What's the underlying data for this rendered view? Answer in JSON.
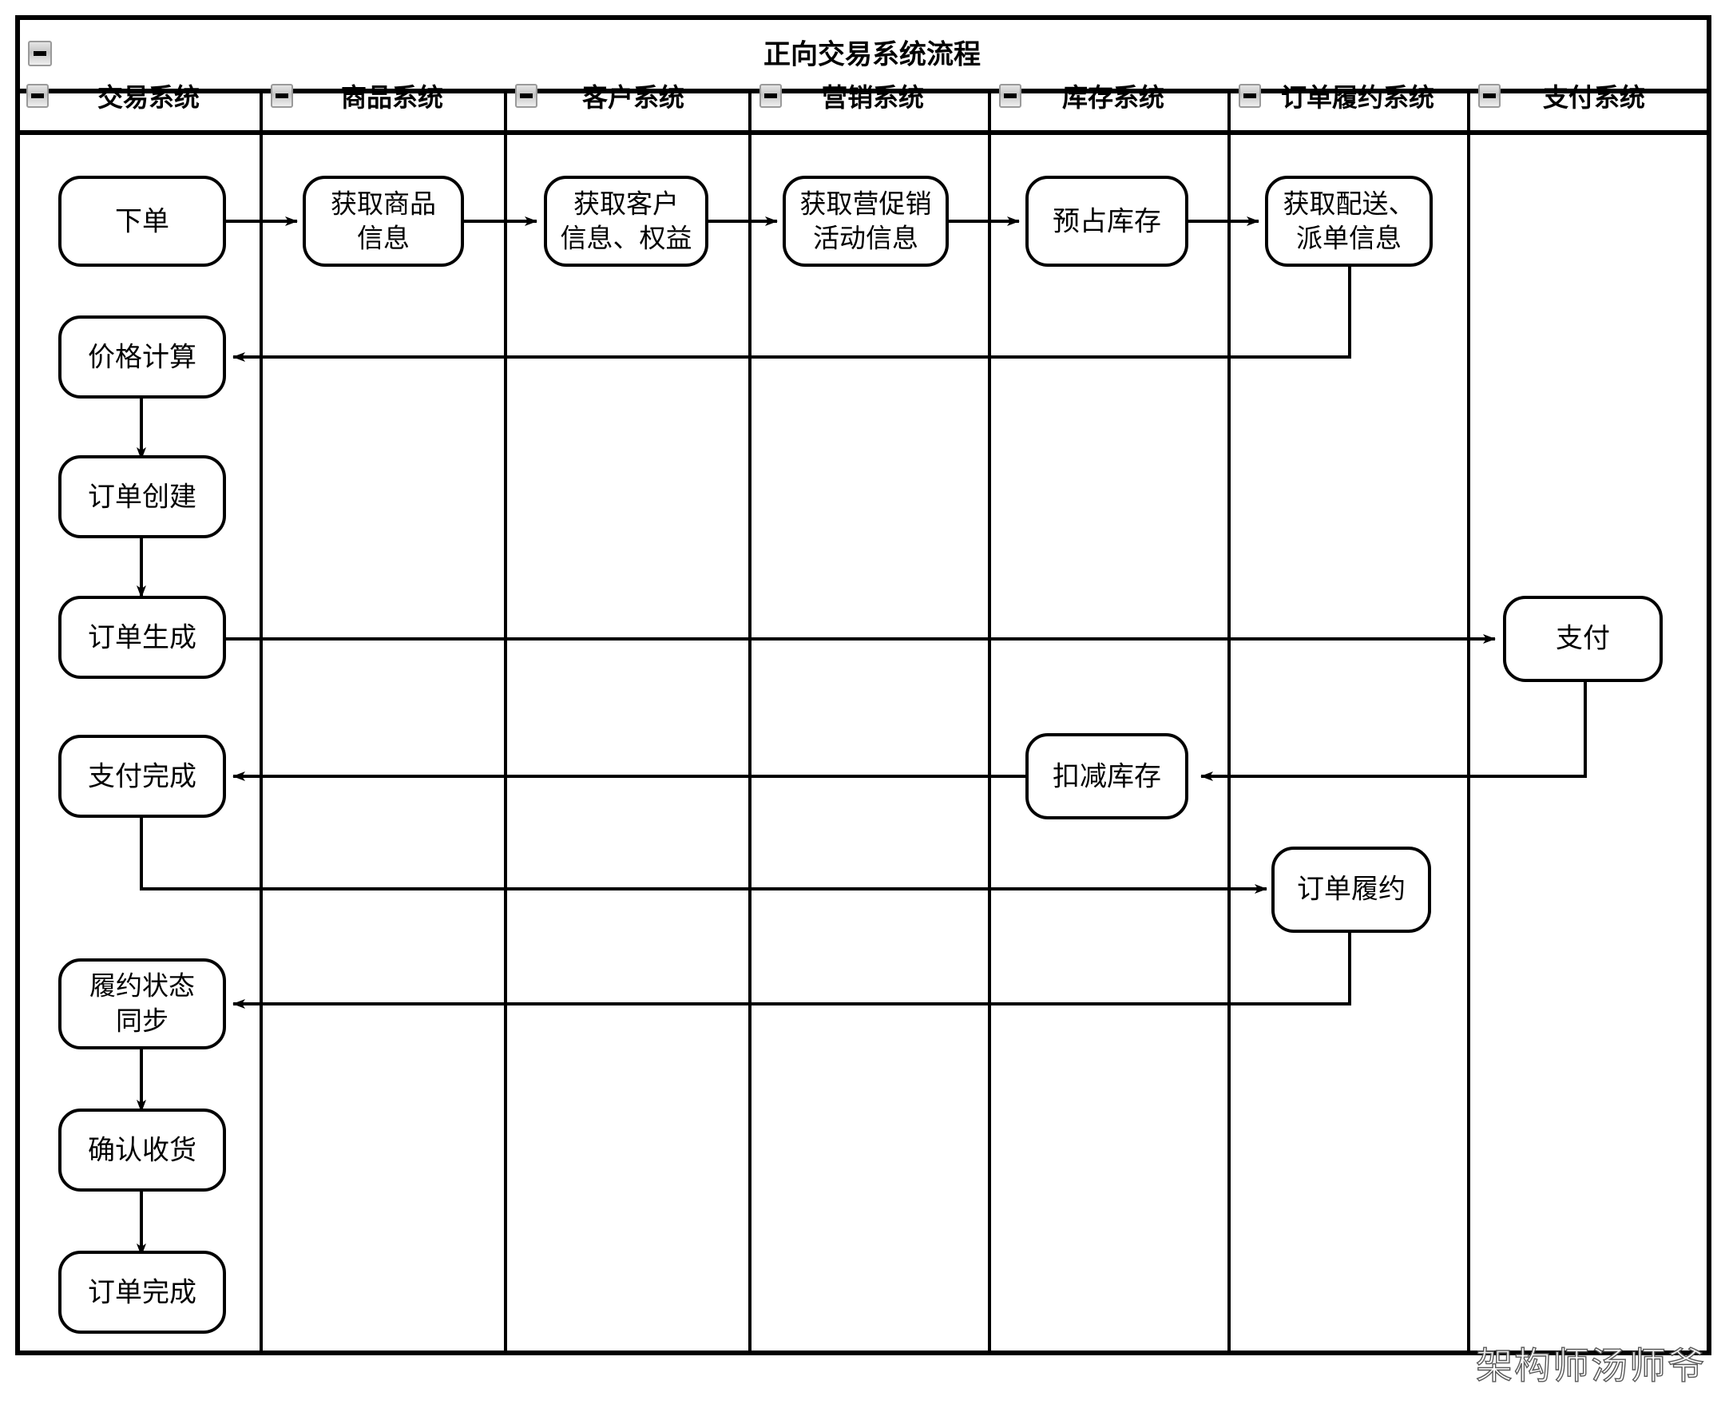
{
  "pool": {
    "title": "正向交易系统流程",
    "collapse_icon": "minus-collapse-icon"
  },
  "lanes": [
    {
      "id": "trade",
      "label": "交易系统",
      "collapse_icon": "minus-collapse-icon"
    },
    {
      "id": "product",
      "label": "商品系统",
      "collapse_icon": "minus-collapse-icon"
    },
    {
      "id": "customer",
      "label": "客户系统",
      "collapse_icon": "minus-collapse-icon"
    },
    {
      "id": "marketing",
      "label": "营销系统",
      "collapse_icon": "minus-collapse-icon"
    },
    {
      "id": "inventory",
      "label": "库存系统",
      "collapse_icon": "minus-collapse-icon"
    },
    {
      "id": "fulfillment",
      "label": "订单履约系统",
      "collapse_icon": "minus-collapse-icon"
    },
    {
      "id": "payment",
      "label": "支付系统",
      "collapse_icon": "minus-collapse-icon"
    }
  ],
  "nodes": [
    {
      "id": "n-place-order",
      "lane": "trade",
      "label": "下单",
      "line1": "下单",
      "line2": ""
    },
    {
      "id": "n-get-product",
      "lane": "product",
      "label": "获取商品信息",
      "line1": "获取商品",
      "line2": "信息"
    },
    {
      "id": "n-get-customer",
      "lane": "customer",
      "label": "获取客户信息、权益",
      "line1": "获取客户",
      "line2": "信息、权益"
    },
    {
      "id": "n-get-promotion",
      "lane": "marketing",
      "label": "获取营促销活动信息",
      "line1": "获取营促销",
      "line2": "活动信息"
    },
    {
      "id": "n-reserve-stock",
      "lane": "inventory",
      "label": "预占库存",
      "line1": "预占库存",
      "line2": ""
    },
    {
      "id": "n-get-delivery",
      "lane": "fulfillment",
      "label": "获取配送、派单信息",
      "line1": "获取配送、",
      "line2": "派单信息"
    },
    {
      "id": "n-price-calc",
      "lane": "trade",
      "label": "价格计算",
      "line1": "价格计算",
      "line2": ""
    },
    {
      "id": "n-order-create",
      "lane": "trade",
      "label": "订单创建",
      "line1": "订单创建",
      "line2": ""
    },
    {
      "id": "n-order-generated",
      "lane": "trade",
      "label": "订单生成",
      "line1": "订单生成",
      "line2": ""
    },
    {
      "id": "n-pay",
      "lane": "payment",
      "label": "支付",
      "line1": "支付",
      "line2": ""
    },
    {
      "id": "n-pay-done",
      "lane": "trade",
      "label": "支付完成",
      "line1": "支付完成",
      "line2": ""
    },
    {
      "id": "n-deduct-stock",
      "lane": "inventory",
      "label": "扣减库存",
      "line1": "扣减库存",
      "line2": ""
    },
    {
      "id": "n-order-fulfill",
      "lane": "fulfillment",
      "label": "订单履约",
      "line1": "订单履约",
      "line2": ""
    },
    {
      "id": "n-fulfill-sync",
      "lane": "trade",
      "label": "履约状态同步",
      "line1": "履约状态",
      "line2": "同步"
    },
    {
      "id": "n-confirm-receipt",
      "lane": "trade",
      "label": "确认收货",
      "line1": "确认收货",
      "line2": ""
    },
    {
      "id": "n-order-complete",
      "lane": "trade",
      "label": "订单完成",
      "line1": "订单完成",
      "line2": ""
    }
  ],
  "edges": [
    {
      "id": "e1",
      "from": "n-place-order",
      "to": "n-get-product"
    },
    {
      "id": "e2",
      "from": "n-get-product",
      "to": "n-get-customer"
    },
    {
      "id": "e3",
      "from": "n-get-customer",
      "to": "n-get-promotion"
    },
    {
      "id": "e4",
      "from": "n-get-promotion",
      "to": "n-reserve-stock"
    },
    {
      "id": "e5",
      "from": "n-reserve-stock",
      "to": "n-get-delivery"
    },
    {
      "id": "e6",
      "from": "n-get-delivery",
      "to": "n-price-calc"
    },
    {
      "id": "e7",
      "from": "n-price-calc",
      "to": "n-order-create"
    },
    {
      "id": "e8",
      "from": "n-order-create",
      "to": "n-order-generated"
    },
    {
      "id": "e9",
      "from": "n-order-generated",
      "to": "n-pay"
    },
    {
      "id": "e10",
      "from": "n-pay",
      "to": "n-deduct-stock"
    },
    {
      "id": "e11",
      "from": "n-deduct-stock",
      "to": "n-pay-done"
    },
    {
      "id": "e12",
      "from": "n-pay-done",
      "to": "n-order-fulfill"
    },
    {
      "id": "e13",
      "from": "n-order-fulfill",
      "to": "n-fulfill-sync"
    },
    {
      "id": "e14",
      "from": "n-fulfill-sync",
      "to": "n-confirm-receipt"
    },
    {
      "id": "e15",
      "from": "n-confirm-receipt",
      "to": "n-order-complete"
    }
  ],
  "watermark": {
    "text": "架构师汤师爷"
  },
  "colors": {
    "stroke": "#000000",
    "fill": "#ffffff",
    "icon_gray": "#c0c0c0",
    "watermark": "#ffffff"
  }
}
